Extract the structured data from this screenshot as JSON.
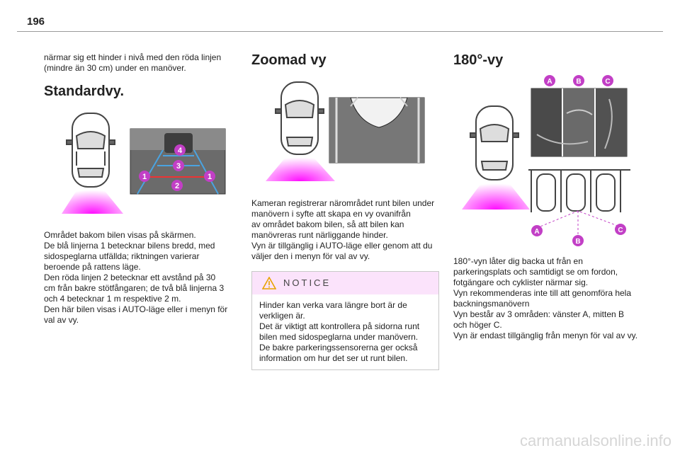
{
  "page_number": "196",
  "col1": {
    "intro_lines": [
      "närmar sig ett hinder i nivå med den röda linjen",
      "(mindre än 30 cm) under en manöver."
    ],
    "heading": "Standardvy.",
    "lines": [
      "Området bakom bilen visas på skärmen.",
      "De blå linjerna 1 betecknar bilens bredd, med",
      "sidospeglarna utfällda; riktningen varierar",
      "beroende på rattens läge.",
      "Den röda linjen 2 betecknar ett avstånd på 30",
      "cm från bakre stötfångaren; de två blå linjerna 3",
      "och 4 betecknar 1 m respektive 2 m.",
      "Den här bilen visas i AUTO-läge eller i menyn för",
      "val av vy."
    ],
    "markers": [
      "1",
      "2",
      "3",
      "4"
    ]
  },
  "col2": {
    "heading": "Zoomad vy",
    "lines": [
      "Kameran registrerar närområdet runt bilen under",
      "manövern i syfte att skapa en vy ovanifrån",
      "av området bakom bilen, så att bilen kan",
      "manövreras runt närliggande hinder.",
      "Vyn är tillgänglig i AUTO-läge eller genom att du",
      "väljer den i menyn för val av vy."
    ],
    "notice": {
      "title": "NOTICE",
      "lines": [
        "Hinder kan verka vara längre bort är de",
        "verkligen är.",
        "Det är viktigt att kontrollera på sidorna runt",
        "bilen med sidospeglarna under manövern.",
        "De bakre parkeringssensorerna ger också",
        "information om hur det ser ut runt bilen."
      ]
    }
  },
  "col3": {
    "heading": "180°-vy",
    "markers": [
      "A",
      "B",
      "C"
    ],
    "lines": [
      "180°-vyn låter dig backa ut från en",
      "parkeringsplats och samtidigt se om fordon,",
      "fotgängare och cyklister närmar sig.",
      "Vyn rekommenderas inte till att genomföra hela",
      "backningsmanövern",
      "Vyn består av 3 områden: vänster A, mitten B",
      "och höger C.",
      "Vyn är endast tillgänglig från menyn för val av vy."
    ]
  },
  "watermark": "carmanualsonline.info",
  "colors": {
    "marker": "#c23fc6",
    "glow": "#ff00ff",
    "notice_bg": "#fbe3fb",
    "warning": "#e8a300"
  }
}
